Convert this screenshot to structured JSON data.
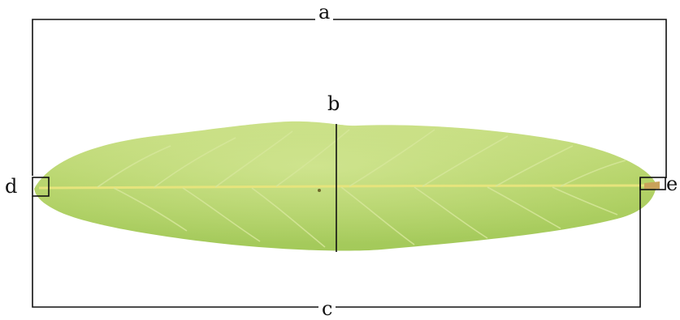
{
  "labels": {
    "a": "a",
    "b": "b",
    "c": "c",
    "d": "d",
    "e": "e"
  },
  "colors": {
    "leaf_base": "#b5d46a",
    "leaf_light": "#cfe28d",
    "leaf_dark": "#93bd4a",
    "midrib": "#e3e37a",
    "veins": "#d7e89c",
    "lines": "#111111"
  }
}
